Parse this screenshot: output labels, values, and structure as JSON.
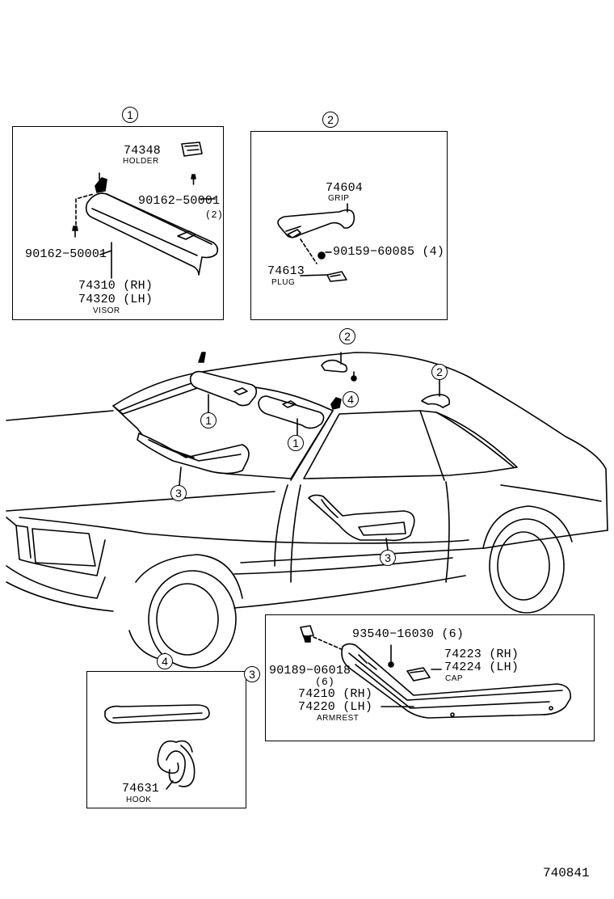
{
  "callouts": {
    "c1": "1",
    "c2": "2",
    "c3": "3",
    "c4": "4"
  },
  "box1": {
    "holder_no": "74348",
    "holder_name": "HOLDER",
    "screw_right_no": "90162−50001",
    "screw_right_qty": "(2)",
    "screw_left_no": "90162−50001",
    "visor_rh": "74310 (RH)",
    "visor_lh": "74320 (LH)",
    "visor_name": "VISOR"
  },
  "box2": {
    "grip_no": "74604",
    "grip_name": "GRIP",
    "screw_no": "90159−60085 (4)",
    "plug_no": "74613",
    "plug_name": "PLUG"
  },
  "box3": {
    "screw_no": "93540−16030 (6)",
    "clip_no": "90189−06018",
    "clip_qty": "(6)",
    "cap_rh": "74223 (RH)",
    "cap_lh": "74224 (LH)",
    "cap_name": "CAP",
    "armrest_rh": "74210 (RH)",
    "armrest_lh": "74220 (LH)",
    "armrest_name": "ARMREST"
  },
  "box4": {
    "hook_no": "74631",
    "hook_name": "HOOK"
  },
  "diagram_ref": "740841"
}
